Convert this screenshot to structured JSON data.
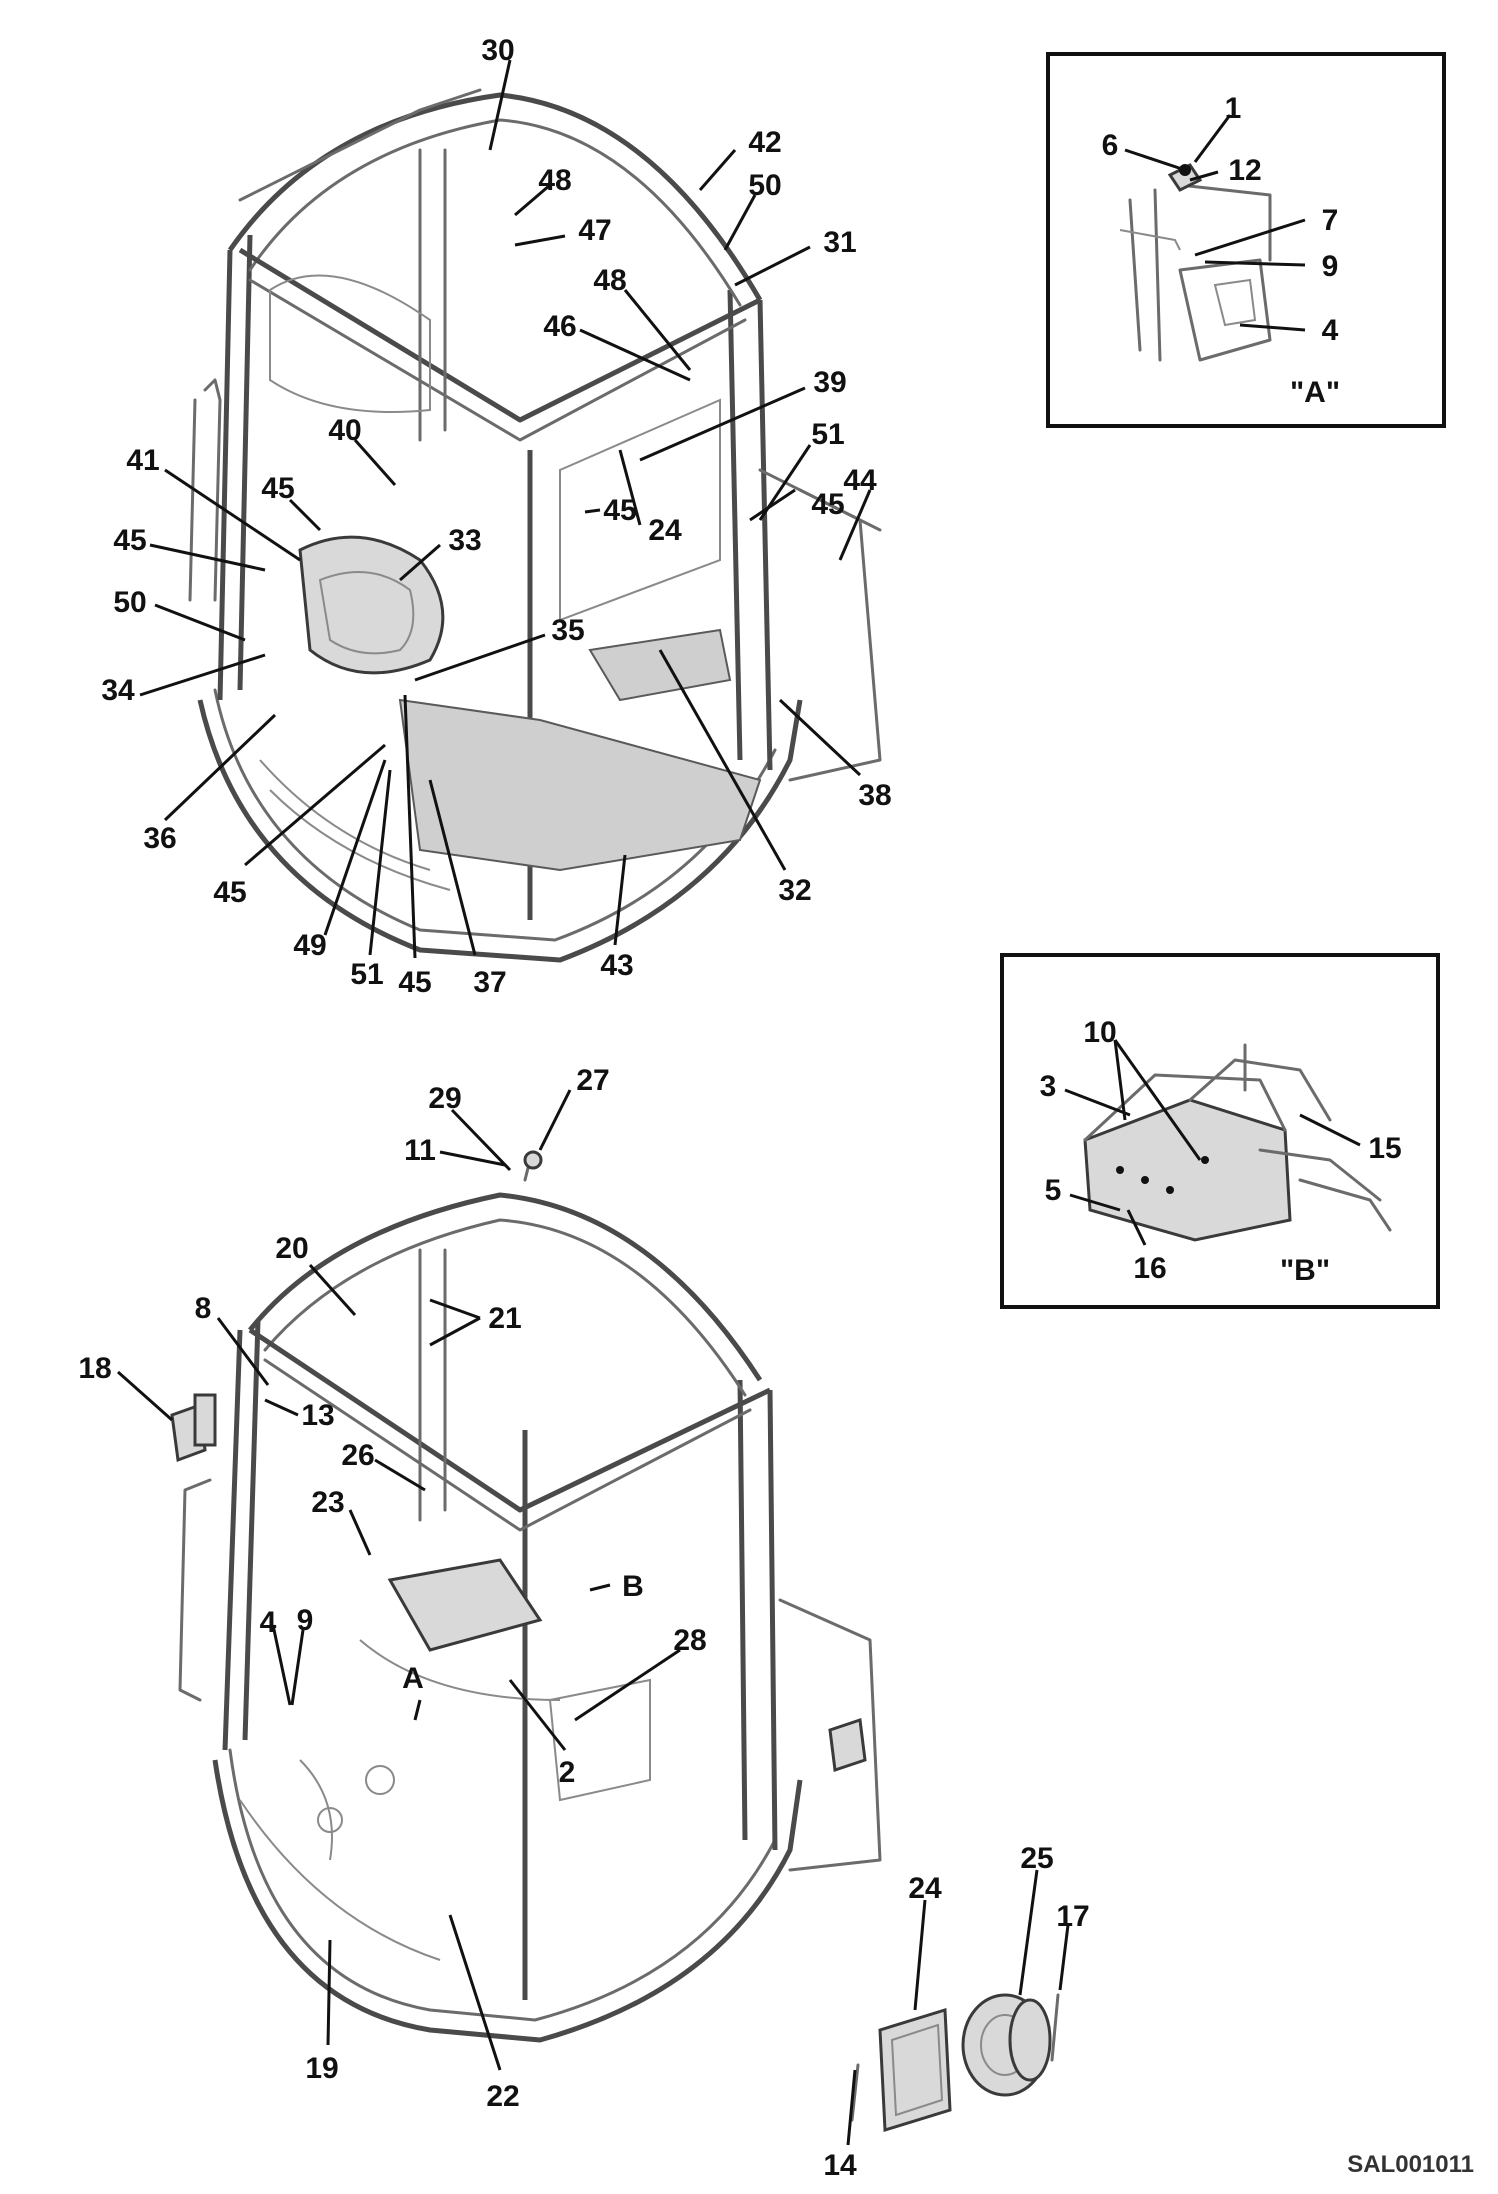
{
  "drawing_id": "SAL001011",
  "upper_view": {
    "callouts": [
      "30",
      "42",
      "48",
      "47",
      "50",
      "31",
      "48",
      "46",
      "39",
      "40",
      "45",
      "41",
      "45",
      "24",
      "33",
      "45",
      "51",
      "44",
      "45",
      "50",
      "35",
      "34",
      "36",
      "38",
      "32",
      "45",
      "49",
      "51",
      "45",
      "37",
      "43"
    ]
  },
  "lower_view": {
    "callouts": [
      "29",
      "27",
      "11",
      "20",
      "8",
      "21",
      "18",
      "13",
      "26",
      "23",
      "B",
      "4",
      "9",
      "28",
      "A",
      "2",
      "19",
      "22",
      "24",
      "25",
      "17",
      "14"
    ]
  },
  "detail_a": {
    "caption": "\"A\"",
    "callouts": [
      "1",
      "6",
      "12",
      "7",
      "9",
      "4"
    ]
  },
  "detail_b": {
    "caption": "\"B\"",
    "callouts": [
      "10",
      "3",
      "15",
      "5",
      "16"
    ]
  }
}
